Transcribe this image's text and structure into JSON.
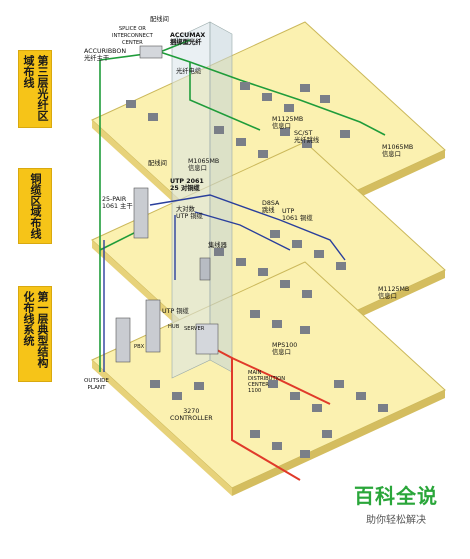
{
  "side_labels": {
    "floor3": "第三层光纤区域布线",
    "floor2": "铜缆区域布线",
    "floor1": "第一层典型结构化布线系统"
  },
  "labels": {
    "peixian_top": "配线间",
    "splice": "SPLICE OR\nINTERCONNECT\nCENTER",
    "accumax": "ACCUMAX\n捆绑型光纤",
    "accuribbon": "ACCURIBBON\n光纤主干",
    "fiber_cable": "光纤电缆",
    "m1125mb_3": "M1125MB\n信息口",
    "sc_st": "SC/ST\n光纤跳线",
    "m1065mb_right": "M1065MB\n信息口",
    "m1065mb_left": "M1065MB\n信息口",
    "peixian_mid": "配线间",
    "utp2061": "UTP 2061\n25 对铜缆",
    "pair25": "25-PAIR\n1061 主干",
    "bigpair": "大对数\nUTP 铜缆",
    "d8sa": "D8SA\n跳线",
    "utp1061": "UTP\n1061 铜缆",
    "hub": "集线器",
    "m1125mb_2": "M1125MB\n信息口",
    "utp_copper": "UTP 铜缆",
    "hub_small": "HUB",
    "server": "SERVER",
    "pbx": "PBX",
    "mps100": "MPS100\n信息口",
    "main_dist": "MAIN\nDISTRIBUTION\nCENTER\n1100",
    "outside": "OUTSIDE\nPLANT",
    "c3270": "3270\nCONTROLLER"
  },
  "watermark": {
    "title": "百科全说",
    "subtitle": "助你轻松解决"
  },
  "colors": {
    "floor_fill": "#fbf1b0",
    "side_label": "#f6c418",
    "fiber_green": "#1f9c3a",
    "copper_blue": "#2a3f9c",
    "backbone_red": "#e03a2a",
    "watermark_green": "#2aa63a"
  }
}
